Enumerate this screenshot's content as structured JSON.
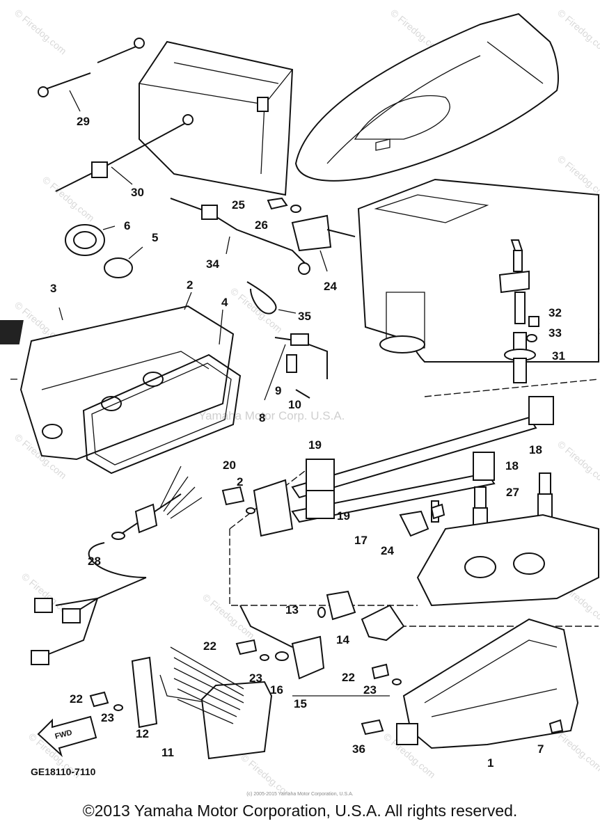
{
  "watermarks": {
    "site": "© Firedog.com",
    "main": "Yamaha Motor Corp. U.S.A."
  },
  "diagram_code": "GE18110-7110",
  "fwd_label": "FWD",
  "small_copyright": "(c) 2005-2015 Yamaha Motor Corporation, U.S.A.",
  "footer": "©2013 Yamaha Motor Corporation, U.S.A. All rights reserved.",
  "callouts": {
    "n1": "1",
    "n2a": "2",
    "n2b": "2",
    "n3": "3",
    "n4": "4",
    "n5": "5",
    "n6": "6",
    "n7": "7",
    "n8": "8",
    "n9": "9",
    "n10": "10",
    "n11": "11",
    "n12": "12",
    "n13": "13",
    "n14": "14",
    "n15": "15",
    "n16": "16",
    "n17": "17",
    "n18a": "18",
    "n18b": "18",
    "n19a": "19",
    "n19b": "19",
    "n20": "20",
    "n22a": "22",
    "n22b": "22",
    "n22c": "22",
    "n23a": "23",
    "n23b": "23",
    "n23c": "23",
    "n24a": "24",
    "n24b": "24",
    "n25": "25",
    "n26": "26",
    "n27": "27",
    "n28": "28",
    "n29": "29",
    "n30": "30",
    "n31": "31",
    "n32": "32",
    "n33": "33",
    "n34": "34",
    "n35": "35",
    "n36": "36"
  }
}
